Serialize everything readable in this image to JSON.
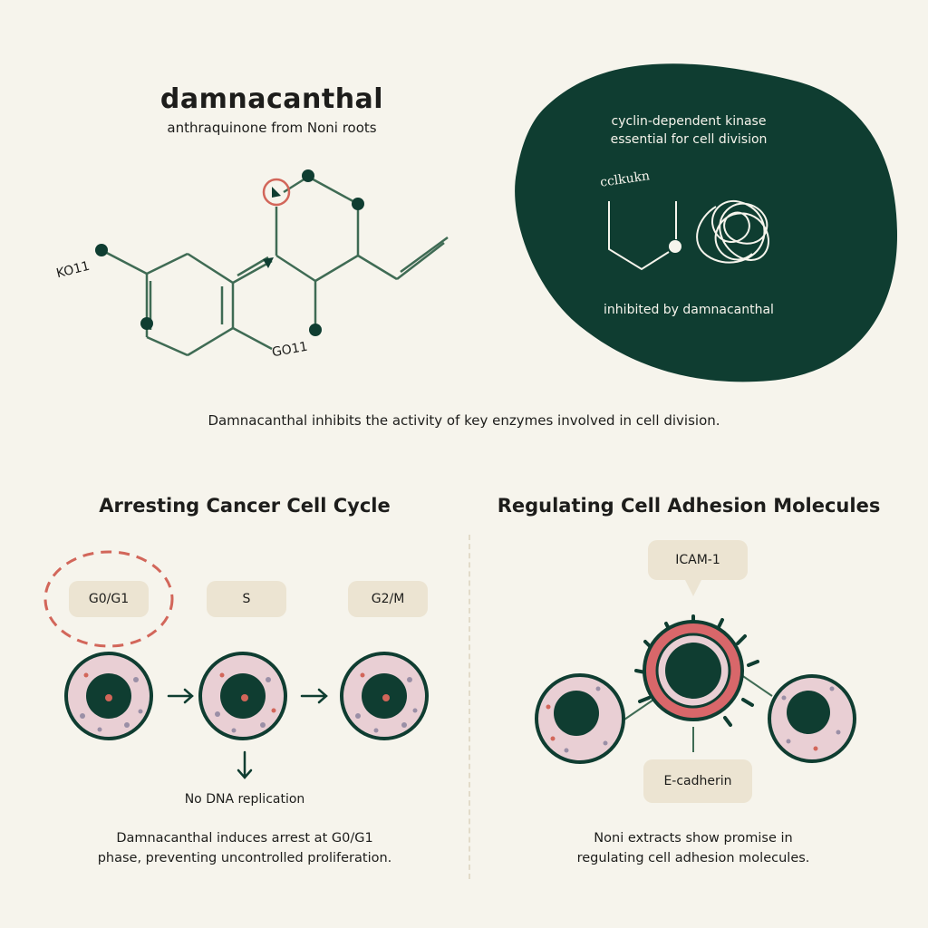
{
  "header": {
    "title": "damnacanthal",
    "subtitle": "anthraquinone from Noni roots"
  },
  "molecule": {
    "label_left": "KO11",
    "label_bottom": "GO11"
  },
  "enzyme_panel": {
    "line1": "cyclin-dependent kinase",
    "line2": "essential for cell division",
    "scribble_label": "cclkukn",
    "footer": "inhibited by damnacanthal"
  },
  "caption": "Damnacanthal inhibits the activity of key enzymes involved in cell division.",
  "cell_cycle": {
    "title": "Arresting Cancer Cell Cycle",
    "phases": [
      "G0/G1",
      "S",
      "G2/M"
    ],
    "note": "No DNA replication",
    "description_line1": "Damnacanthal induces arrest at G0/G1",
    "description_line2": "phase, preventing uncontrolled proliferation."
  },
  "adhesion": {
    "title": "Regulating Cell Adhesion Molecules",
    "top_label": "ICAM-1",
    "bottom_label": "E-cadherin",
    "description_line1": "Noni extracts show promise in",
    "description_line2": "regulating cell adhesion molecules."
  },
  "colors": {
    "dark_green": "#0f3d31",
    "bond_green": "#3f6b54",
    "accent_red": "#d2665a",
    "cell_pink": "#e9cfd4",
    "pill_beige": "#ece4d2",
    "background": "#f6f4ec"
  }
}
